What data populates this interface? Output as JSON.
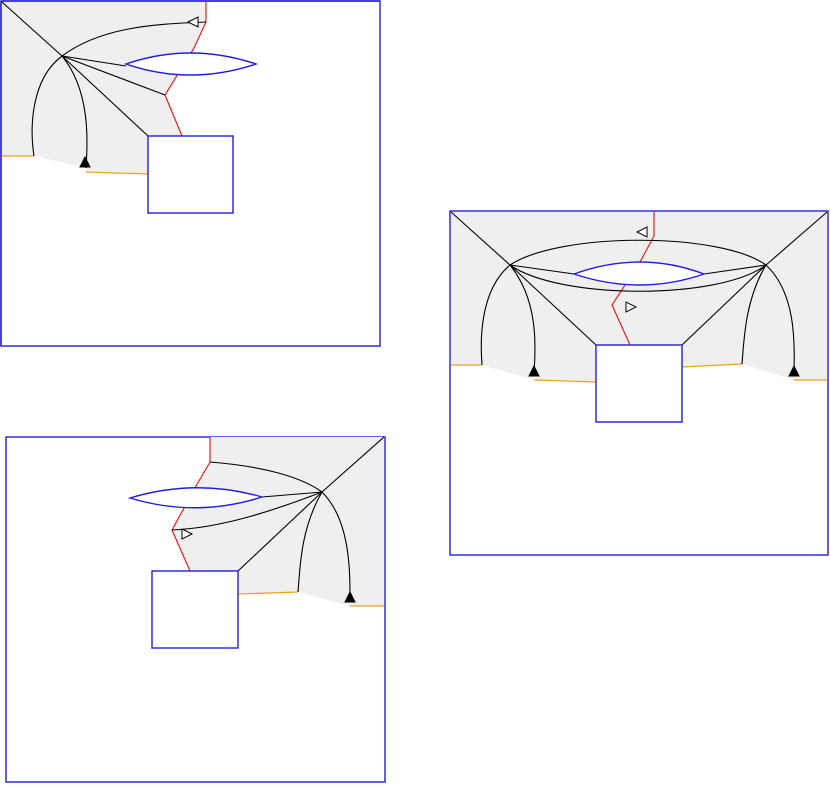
{
  "diagram": {
    "panels": [
      {
        "id": "top-left",
        "shaded_region": true,
        "cut_line_color": "#e8201c",
        "boundary_segment_color": "#f0a020",
        "hole_color": "#1f1fd6",
        "open_arrows": 1,
        "filled_arrows": 1
      },
      {
        "id": "bottom-left",
        "shaded_region": true,
        "cut_line_color": "#e8201c",
        "boundary_segment_color": "#f0a020",
        "hole_color": "#1f1fd6",
        "open_arrows": 1,
        "filled_arrows": 1
      },
      {
        "id": "right",
        "shaded_region": true,
        "cut_line_color": "#e8201c",
        "boundary_segment_color": "#f0a020",
        "hole_color": "#1f1fd6",
        "open_arrows": 2,
        "filled_arrows": 2
      }
    ],
    "colors": {
      "frame": "#1f1fd6",
      "region_fill": "#efefef",
      "curve": "#000000"
    }
  }
}
